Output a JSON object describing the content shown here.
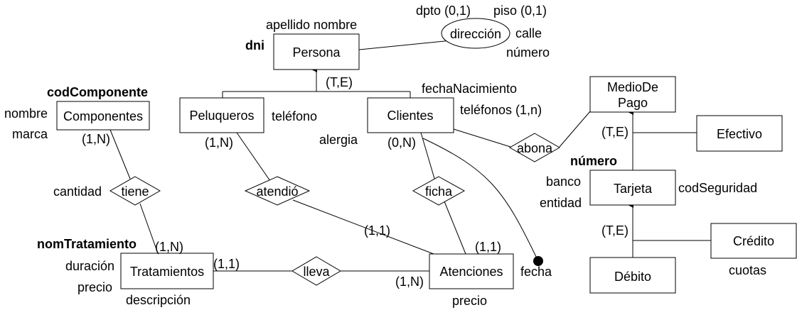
{
  "diagram": {
    "entities": {
      "persona": "Persona",
      "componentes": "Componentes",
      "peluqueros": "Peluqueros",
      "clientes": "Clientes",
      "medio_de_pago_line1": "MedioDe",
      "medio_de_pago_line2": "Pago",
      "efectivo": "Efectivo",
      "tarjeta": "Tarjeta",
      "credito": "Crédito",
      "debito": "Débito",
      "tratamientos": "Tratamientos",
      "atenciones": "Atenciones"
    },
    "relationships": {
      "tiene": "tiene",
      "atendio": "atendió",
      "ficha": "ficha",
      "abona": "abona",
      "lleva": "lleva"
    },
    "composite_attribute": "dirección",
    "keys": {
      "dni": "dni",
      "codComponente": "codComponente",
      "numero": "número",
      "nomTratamiento": "nomTratamiento"
    },
    "attributes": {
      "apellido_nombre": "apellido nombre",
      "dpto": "dpto (0,1)",
      "piso": "piso (0,1)",
      "calle": "calle",
      "numero_dir": "número",
      "fechaNacimiento": "fechaNacimiento",
      "telefonos": "teléfonos (1,n)",
      "telefono": "teléfono",
      "alergia": "alergia",
      "nombre": "nombre",
      "marca": "marca",
      "cantidad": "cantidad",
      "banco": "banco",
      "entidad": "entidad",
      "codSeguridad": "codSeguridad",
      "cuotas": "cuotas",
      "duracion": "duración",
      "precio_trat": "precio",
      "descripcion": "descripción",
      "fecha": "fecha",
      "precio_aten": "precio"
    },
    "cardinalities": {
      "componentes_tiene": "(1,N)",
      "peluqueros_atendio": "(1,N)",
      "clientes_ficha": "(0,N)",
      "tratamientos_tiene": "(1,N)",
      "tratamientos_lleva": "(1,1)",
      "atenciones_atendio": "(1,1)",
      "atenciones_ficha": "(1,1)",
      "atenciones_lleva": "(1,N)"
    },
    "hierarchies": {
      "persona": "(T,E)",
      "medio_de_pago": "(T,E)",
      "tarjeta": "(T,E)"
    }
  }
}
